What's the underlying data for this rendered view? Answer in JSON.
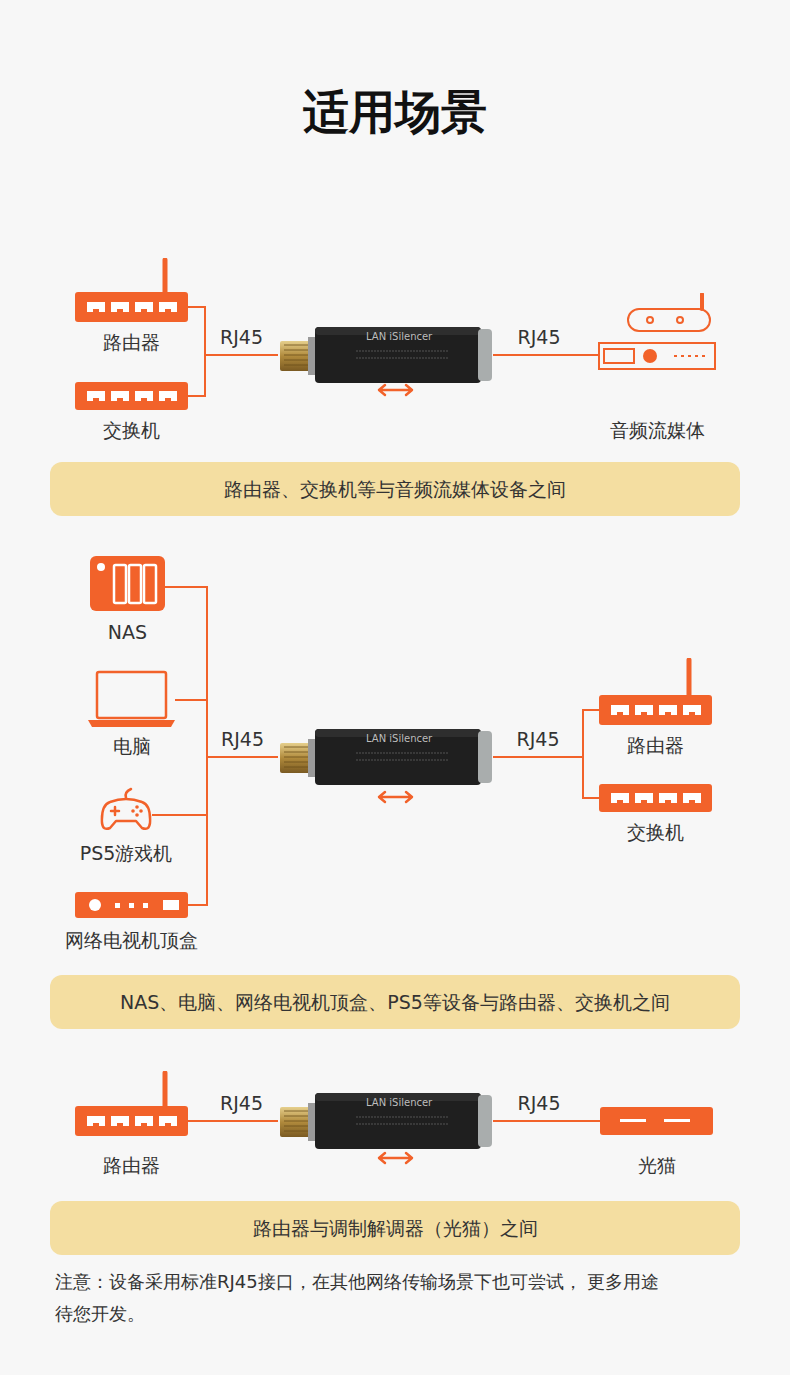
{
  "diagram": {
    "title": "适用场景",
    "nodes": [
      {
        "text": [
          "路由器"
        ]
      },
      {
        "text": [
          "交换机"
        ]
      },
      {
        "text": [
          "LAN iSilencer"
        ]
      },
      {
        "text": [
          "音频流媒体"
        ]
      },
      {
        "text": [
          "路由器、交换机等与音频流媒体设备之间"
        ]
      },
      {
        "text": [
          "NAS"
        ]
      },
      {
        "text": [
          "电脑"
        ]
      },
      {
        "text": [
          "PS5游戏机"
        ]
      },
      {
        "text": [
          "网络电视机顶盒"
        ]
      },
      {
        "text": [
          "LAN iSilencer"
        ]
      },
      {
        "text": [
          "路由器"
        ]
      },
      {
        "text": [
          "交换机"
        ]
      },
      {
        "text": [
          "NAS、电脑、网络电视机顶盒、PS5等设备与路由器、交换机之间"
        ]
      },
      {
        "text": [
          "路由器"
        ]
      },
      {
        "text": [
          "LAN iSilencer"
        ]
      },
      {
        "text": [
          "光猫"
        ]
      },
      {
        "text": [
          "路由器与调制解调器（光猫）之间"
        ]
      }
    ],
    "edges": [
      {
        "from": 0,
        "to": 2,
        "arrow": "none",
        "label": "RJ45"
      },
      {
        "from": 1,
        "to": 2,
        "arrow": "none"
      },
      {
        "from": 2,
        "to": 3,
        "arrow": "none",
        "label": "RJ45"
      },
      {
        "from": 5,
        "to": 9,
        "arrow": "none",
        "label": "RJ45"
      },
      {
        "from": 6,
        "to": 9,
        "arrow": "none"
      },
      {
        "from": 7,
        "to": 9,
        "arrow": "none"
      },
      {
        "from": 8,
        "to": 9,
        "arrow": "none"
      },
      {
        "from": 9,
        "to": 10,
        "arrow": "none",
        "label": "RJ45"
      },
      {
        "from": 9,
        "to": 11,
        "arrow": "none"
      },
      {
        "from": 13,
        "to": 14,
        "arrow": "none",
        "label": "RJ45"
      },
      {
        "from": 14,
        "to": 15,
        "arrow": "none",
        "label": "RJ45"
      }
    ],
    "labels": [
      "注意：设备采用标准RJ45接口，在其他网络传输场景下也可尝试， 更多用途待您开发。"
    ]
  }
}
